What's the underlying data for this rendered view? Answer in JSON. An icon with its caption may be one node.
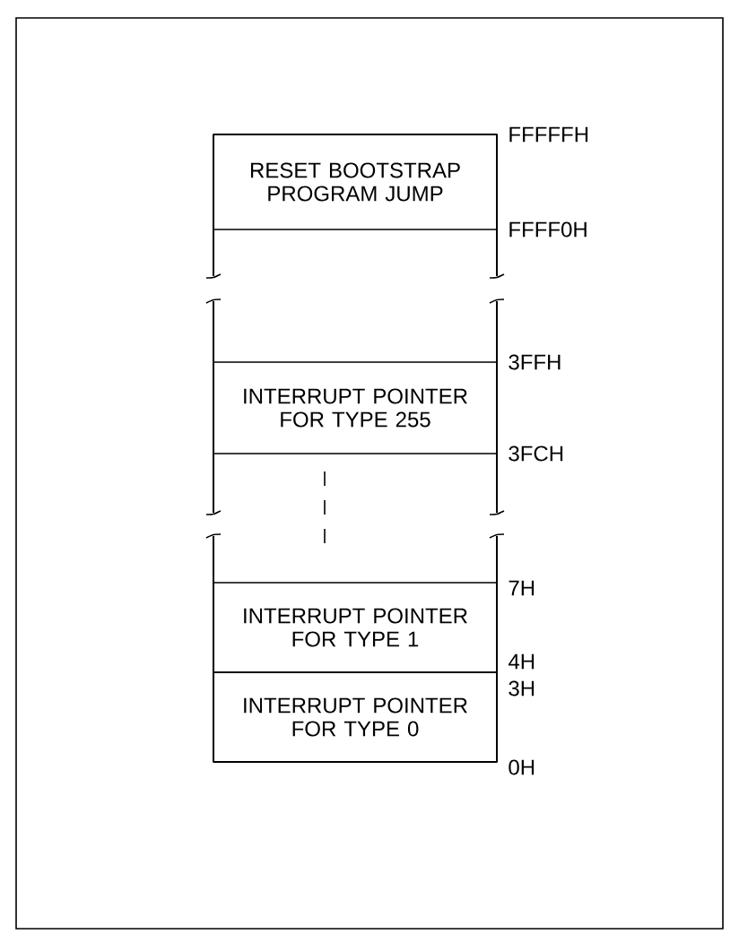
{
  "diagram": {
    "nodes": [
      {
        "text": [
          "RESET BOOTSTRAP PROGRAM JUMP"
        ]
      },
      {
        "text": [
          "INTERRUPT POINTER FOR TYPE 255"
        ]
      },
      {
        "text": [
          "INTERRUPT POINTER FOR TYPE 1"
        ]
      },
      {
        "text": [
          "INTERRUPT POINTER FOR TYPE 0"
        ]
      }
    ],
    "edges": [],
    "labels": [
      "FFFFFH",
      "FFFF0H",
      "3FFH",
      "3FCH",
      "7H",
      "4H",
      "3H",
      "0H"
    ]
  }
}
